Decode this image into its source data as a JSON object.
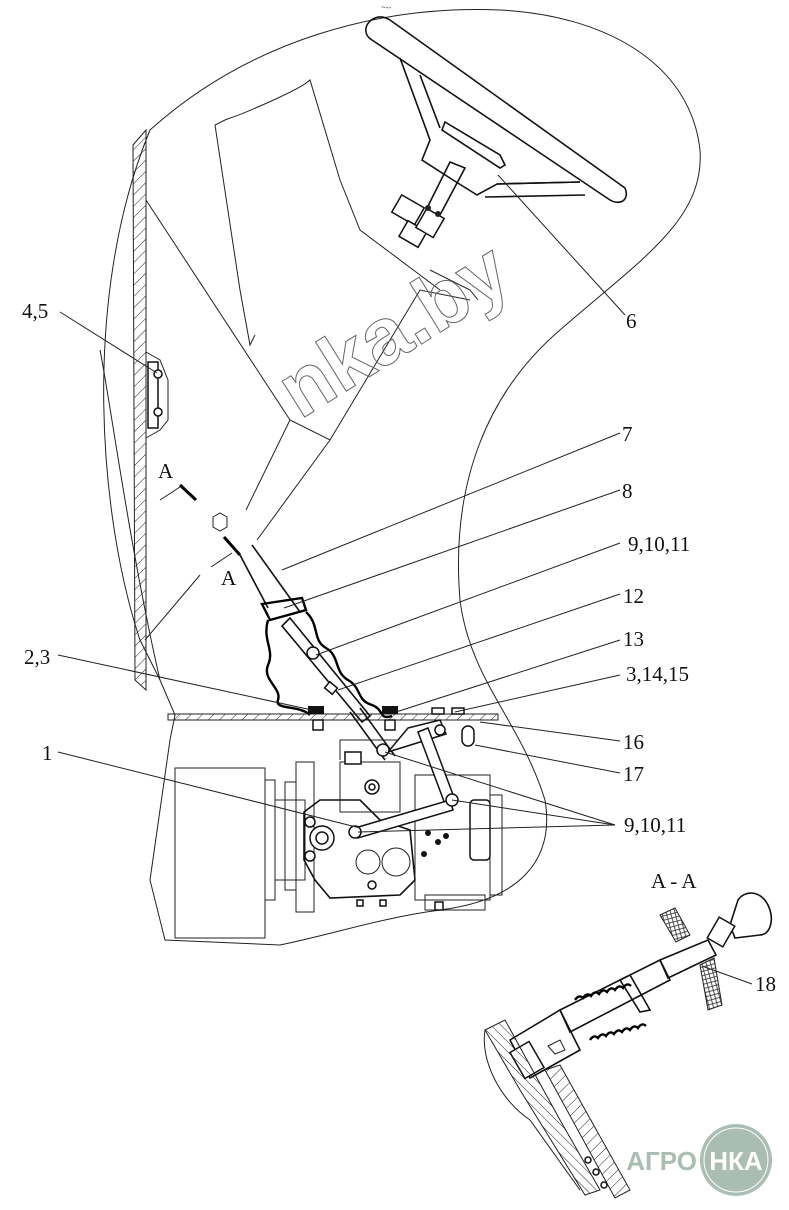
{
  "drawing": {
    "top_mark": "~--",
    "section_marker": "A",
    "section_title": "A - A",
    "callouts": [
      {
        "id": "c-4-5",
        "text": "4,5"
      },
      {
        "id": "c-6",
        "text": "6"
      },
      {
        "id": "c-7",
        "text": "7"
      },
      {
        "id": "c-8",
        "text": "8"
      },
      {
        "id": "c-9-10-11-top",
        "text": "9,10,11"
      },
      {
        "id": "c-12",
        "text": "12"
      },
      {
        "id": "c-13",
        "text": "13"
      },
      {
        "id": "c-3-14-15",
        "text": "3,14,15"
      },
      {
        "id": "c-2-3",
        "text": "2,3"
      },
      {
        "id": "c-16",
        "text": "16"
      },
      {
        "id": "c-17",
        "text": "17"
      },
      {
        "id": "c-1",
        "text": "1"
      },
      {
        "id": "c-9-10-11-bottom",
        "text": "9,10,11"
      },
      {
        "id": "c-18",
        "text": "18"
      }
    ]
  },
  "watermark": {
    "text": "nka.by"
  },
  "logo": {
    "left": "АГРО",
    "right": "НКА",
    "color": "#a9bdb2"
  }
}
